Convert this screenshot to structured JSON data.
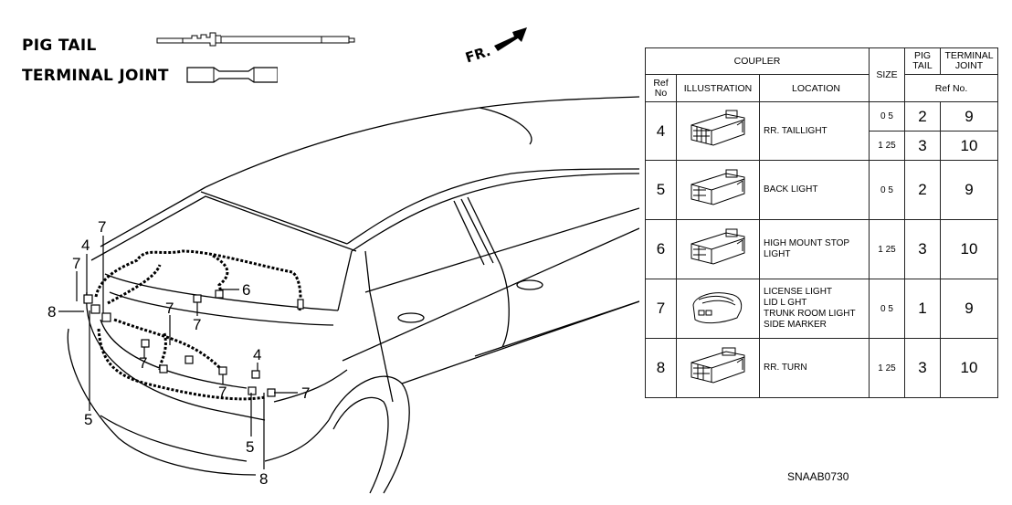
{
  "legend": {
    "pig_tail": "PIG TAIL",
    "terminal_joint": "TERMINAL JOINT"
  },
  "direction_indicator": "FR.",
  "callouts": [
    {
      "id": "c1",
      "label": "7"
    },
    {
      "id": "c2",
      "label": "4"
    },
    {
      "id": "c3",
      "label": "7"
    },
    {
      "id": "c4",
      "label": "8"
    },
    {
      "id": "c5",
      "label": "5"
    },
    {
      "id": "c6",
      "label": "6"
    },
    {
      "id": "c7",
      "label": "7"
    },
    {
      "id": "c8",
      "label": "7"
    },
    {
      "id": "c9",
      "label": "7"
    },
    {
      "id": "c10",
      "label": "7"
    },
    {
      "id": "c11",
      "label": "4"
    },
    {
      "id": "c12",
      "label": "7"
    },
    {
      "id": "c13",
      "label": "5"
    },
    {
      "id": "c14",
      "label": "8"
    }
  ],
  "table": {
    "headers": {
      "coupler": "COUPLER",
      "size": "SIZE",
      "pig_tail": "PIG TAIL",
      "terminal_joint": "TERMINAL JOINT",
      "ref_no": "Ref No",
      "illustration": "ILLUSTRATION",
      "location": "LOCATION",
      "ref_no_group": "Ref No."
    },
    "rows": [
      {
        "ref": "4",
        "illustration": "connector-4pin-icon",
        "location": [
          "RR. TAILLIGHT"
        ],
        "sizes": [
          {
            "size": "0 5",
            "pig_tail": "2",
            "terminal_joint": "9"
          },
          {
            "size": "1 25",
            "pig_tail": "3",
            "terminal_joint": "10"
          }
        ]
      },
      {
        "ref": "5",
        "illustration": "connector-2pin-icon",
        "location": [
          "BACK LIGHT"
        ],
        "sizes": [
          {
            "size": "0 5",
            "pig_tail": "2",
            "terminal_joint": "9"
          }
        ]
      },
      {
        "ref": "6",
        "illustration": "connector-2pin-icon",
        "location": [
          "HIGH MOUNT STOP",
          "LIGHT"
        ],
        "sizes": [
          {
            "size": "1 25",
            "pig_tail": "3",
            "terminal_joint": "10"
          }
        ]
      },
      {
        "ref": "7",
        "illustration": "connector-round-2pin-icon",
        "location": [
          "LICENSE LIGHT",
          "LID L GHT",
          "TRUNK ROOM LIGHT",
          "SIDE MARKER"
        ],
        "sizes": [
          {
            "size": "0 5",
            "pig_tail": "1",
            "terminal_joint": "9"
          }
        ]
      },
      {
        "ref": "8",
        "illustration": "connector-3pin-icon",
        "location": [
          "RR. TURN"
        ],
        "sizes": [
          {
            "size": "1 25",
            "pig_tail": "3",
            "terminal_joint": "10"
          }
        ]
      }
    ]
  },
  "diagram_code": "SNAAB0730"
}
